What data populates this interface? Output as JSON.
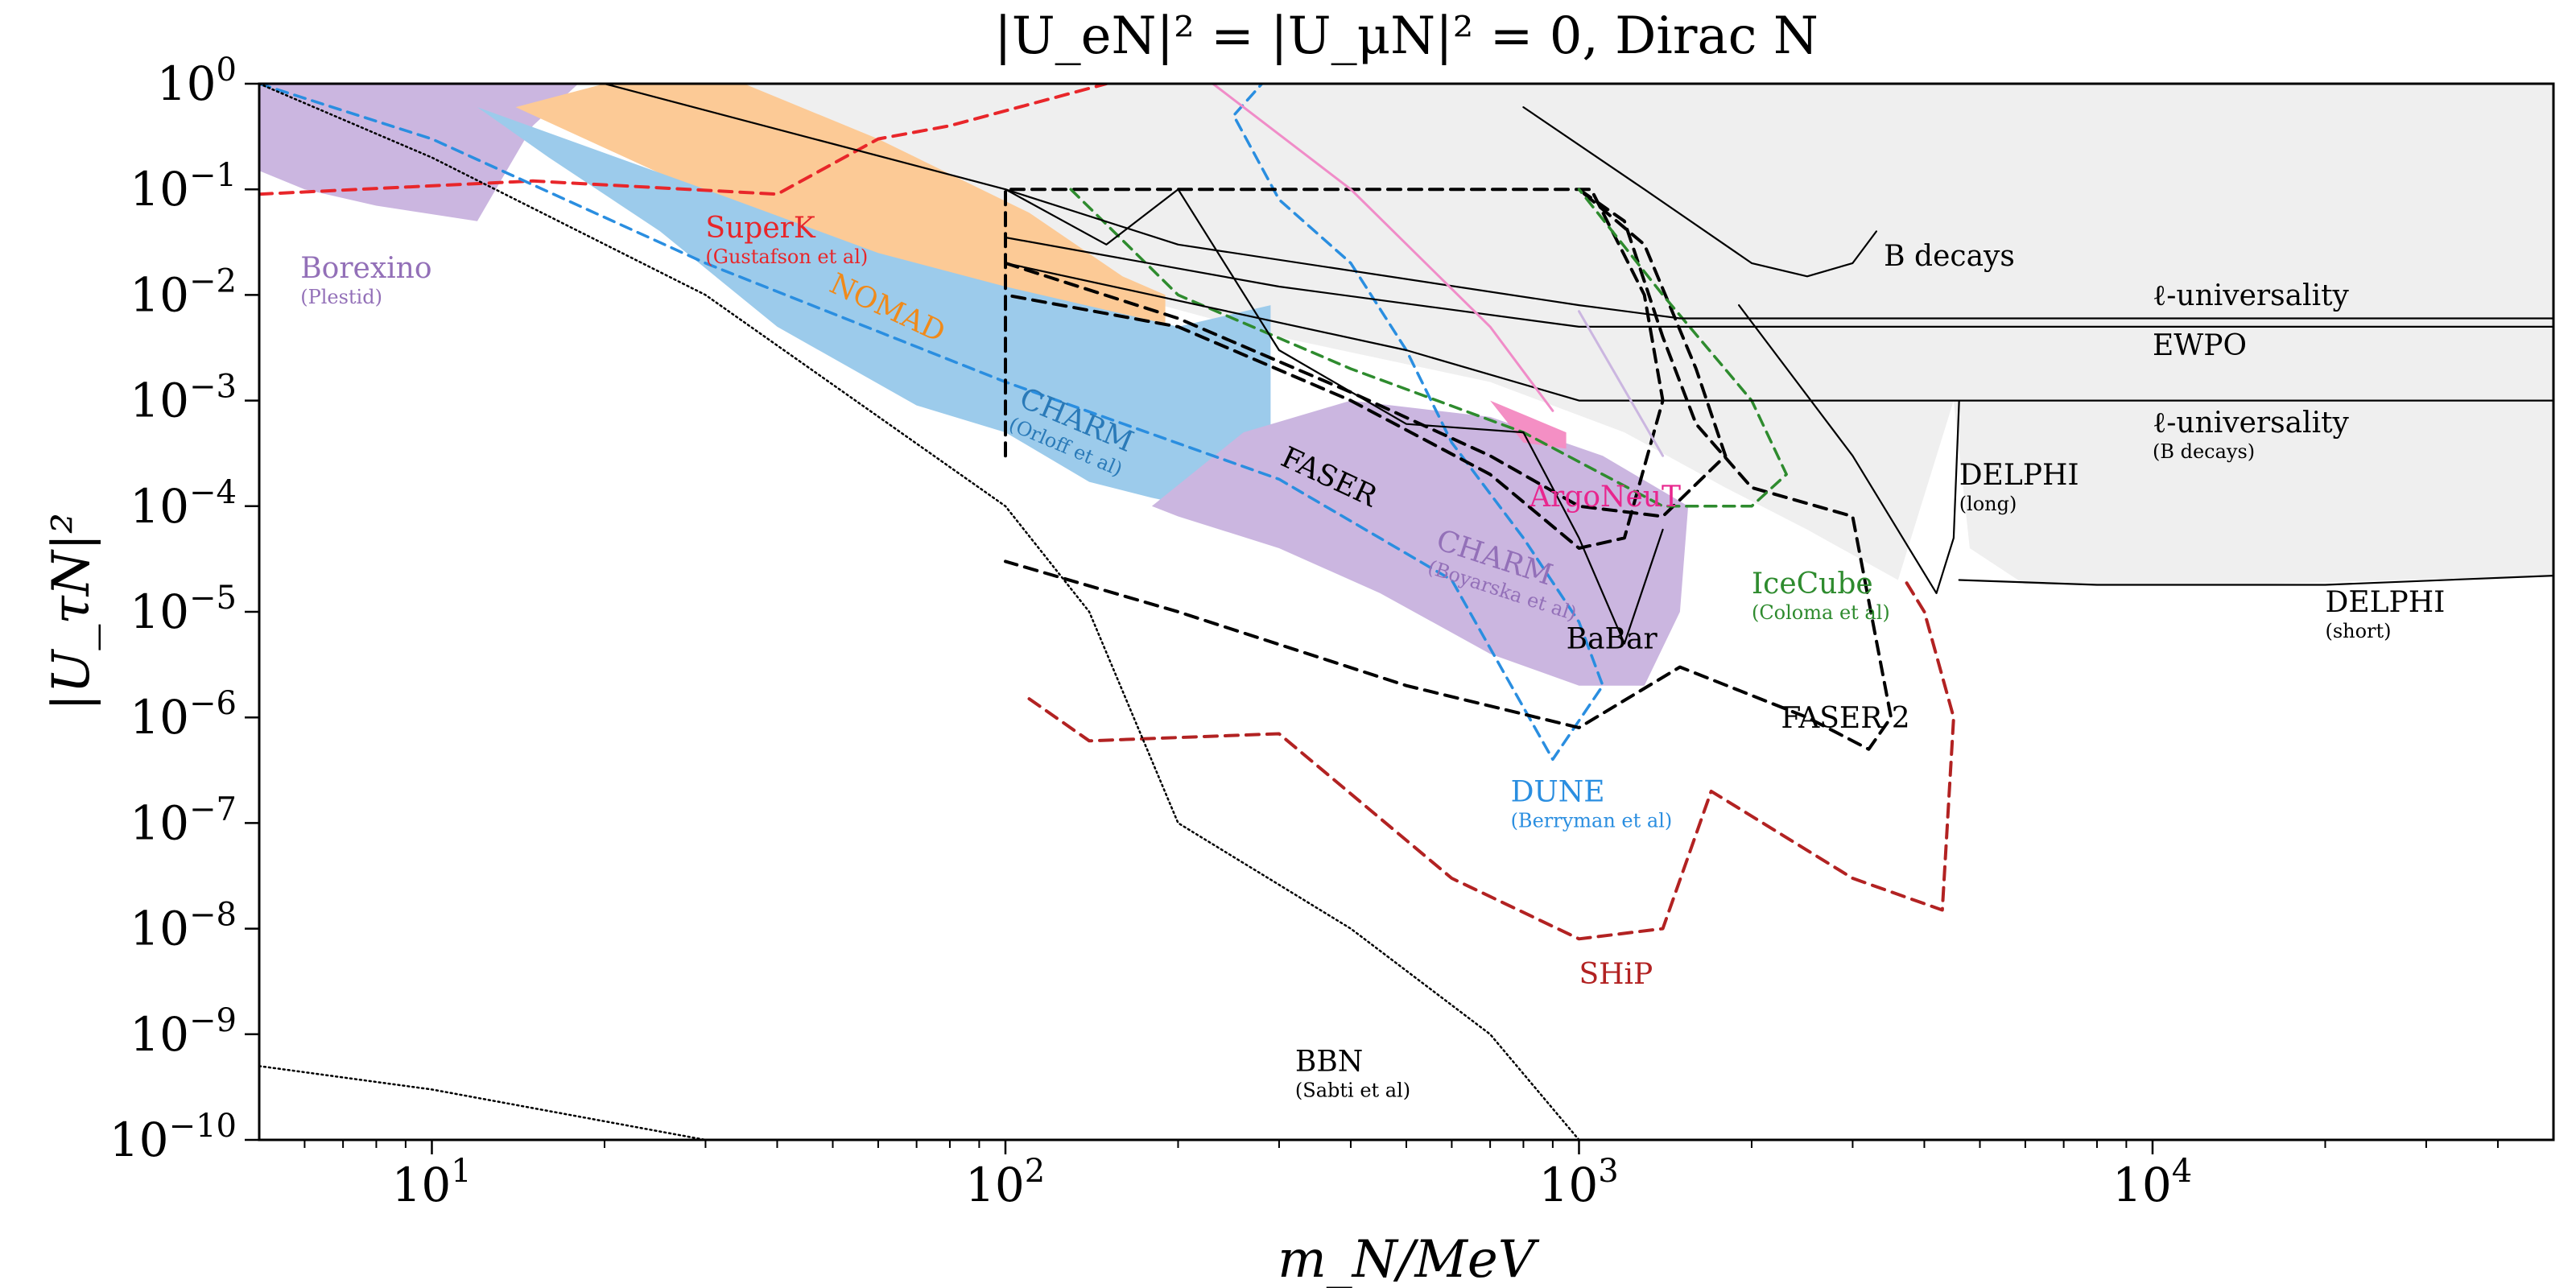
{
  "chart_data": {
    "type": "line",
    "title": "|U_eN|² = |U_μN|² = 0, Dirac N",
    "xlabel": "m_N/MeV",
    "ylabel": "|U_τN|²",
    "x_scale": "log",
    "y_scale": "log",
    "xlim": [
      5,
      50000
    ],
    "ylim": [
      1e-10,
      1
    ],
    "x_ticks": [
      {
        "value": 10,
        "base": "10",
        "exp": "1"
      },
      {
        "value": 100,
        "base": "10",
        "exp": "2"
      },
      {
        "value": 1000,
        "base": "10",
        "exp": "3"
      },
      {
        "value": 10000,
        "base": "10",
        "exp": "4"
      }
    ],
    "y_ticks": [
      {
        "value": 1,
        "base": "10",
        "exp": "0"
      },
      {
        "value": 0.1,
        "base": "10",
        "exp": "−1"
      },
      {
        "value": 0.01,
        "base": "10",
        "exp": "−2"
      },
      {
        "value": 0.001,
        "base": "10",
        "exp": "−3"
      },
      {
        "value": 0.0001,
        "base": "10",
        "exp": "−4"
      },
      {
        "value": 1e-05,
        "base": "10",
        "exp": "−5"
      },
      {
        "value": 1e-06,
        "base": "10",
        "exp": "−6"
      },
      {
        "value": 1e-07,
        "base": "10",
        "exp": "−7"
      },
      {
        "value": 1e-08,
        "base": "10",
        "exp": "−8"
      },
      {
        "value": 1e-09,
        "base": "10",
        "exp": "−9"
      },
      {
        "value": 1e-10,
        "base": "10",
        "exp": "−10"
      }
    ],
    "grid": false,
    "colors": {
      "excluded_region": "#efefef",
      "borexino": "#cbb6e0",
      "nomad": "#fcca96",
      "charm_orloff": "#9ccbeb",
      "argoneut": "#f48fc4",
      "superk": "#e8262a",
      "dune": "#2a8ee0",
      "icecube": "#2e8b2e",
      "ship": "#b22222",
      "faser": "#000000",
      "bbn": "#000000",
      "pink_line": "#f08cc8"
    },
    "series": [
      {
        "name": "excluded-region",
        "style": "fill",
        "points": [
          [
            22,
            1
          ],
          [
            50000,
            1
          ],
          [
            50000,
            0.001
          ],
          [
            50000,
            2.2e-05
          ],
          [
            14000,
            1.8e-05
          ],
          [
            6000,
            1.8e-05
          ],
          [
            4800,
            4e-05
          ],
          [
            4500,
            0.001
          ],
          [
            3600,
            2e-05
          ],
          [
            2500,
            6e-05
          ],
          [
            1800,
            0.00015
          ],
          [
            1200,
            0.0005
          ],
          [
            700,
            0.0015
          ],
          [
            300,
            0.004
          ],
          [
            100,
            0.02
          ],
          [
            50,
            0.06
          ],
          [
            22,
            1
          ]
        ]
      },
      {
        "name": "Borexino",
        "style": "fill",
        "points": [
          [
            5,
            1
          ],
          [
            18,
            1
          ],
          [
            15,
            0.4
          ],
          [
            12,
            0.05
          ],
          [
            8,
            0.07
          ],
          [
            6,
            0.1
          ],
          [
            5,
            0.15
          ]
        ]
      },
      {
        "name": "NOMAD",
        "style": "fill",
        "points": [
          [
            20,
            1
          ],
          [
            35,
            1
          ],
          [
            60,
            0.3
          ],
          [
            110,
            0.06
          ],
          [
            160,
            0.015
          ],
          [
            190,
            0.01
          ],
          [
            190,
            0.005
          ],
          [
            140,
            0.003
          ],
          [
            100,
            0.004
          ],
          [
            60,
            0.013
          ],
          [
            30,
            0.09
          ],
          [
            14,
            0.6
          ],
          [
            20,
            1
          ]
        ]
      },
      {
        "name": "CHARM (Orloff et al)",
        "style": "fill",
        "points": [
          [
            12,
            0.6
          ],
          [
            30,
            0.1
          ],
          [
            60,
            0.025
          ],
          [
            100,
            0.012
          ],
          [
            200,
            0.005
          ],
          [
            290,
            0.008
          ],
          [
            290,
            7e-05
          ],
          [
            180,
            0.00012
          ],
          [
            140,
            0.00017
          ],
          [
            100,
            0.0005
          ],
          [
            70,
            0.0009
          ],
          [
            40,
            0.005
          ],
          [
            25,
            0.04
          ],
          [
            16,
            0.2
          ],
          [
            12,
            0.6
          ]
        ]
      },
      {
        "name": "CHARM (Boyarska et al)",
        "style": "fill",
        "points": [
          [
            130,
            0.0002
          ],
          [
            180,
            0.0001
          ],
          [
            260,
            0.0005
          ],
          [
            400,
            0.001
          ],
          [
            700,
            0.0007
          ],
          [
            1100,
            0.0003
          ],
          [
            1550,
            0.0001
          ],
          [
            1500,
            1e-05
          ],
          [
            1300,
            2e-06
          ],
          [
            1000,
            2e-06
          ],
          [
            700,
            4e-06
          ],
          [
            450,
            1.5e-05
          ],
          [
            300,
            4e-05
          ],
          [
            200,
            8e-05
          ],
          [
            130,
            0.0002
          ]
        ]
      },
      {
        "name": "ArgoNeuT",
        "style": "fill",
        "points": [
          [
            700,
            0.001
          ],
          [
            950,
            0.0005
          ],
          [
            950,
            0.00035
          ],
          [
            800,
            0.0004
          ],
          [
            700,
            0.001
          ]
        ]
      },
      {
        "name": "SuperK (Gustafson et al)",
        "style": "dashed",
        "points": [
          [
            5,
            0.09
          ],
          [
            15,
            0.12
          ],
          [
            40,
            0.09
          ],
          [
            60,
            0.3
          ],
          [
            80,
            0.4
          ],
          [
            150,
            1
          ]
        ]
      },
      {
        "name": "DUNE (Berryman et al)",
        "style": "dashed",
        "points": [
          [
            5,
            1
          ],
          [
            10,
            0.3
          ],
          [
            30,
            0.02
          ],
          [
            100,
            0.0015
          ],
          [
            300,
            0.00018
          ],
          [
            600,
            2e-05
          ],
          [
            900,
            4e-07
          ],
          [
            1100,
            2e-06
          ],
          [
            1000,
            8e-06
          ],
          [
            800,
            5e-05
          ],
          [
            600,
            0.0004
          ],
          [
            500,
            0.003
          ],
          [
            400,
            0.02
          ],
          [
            300,
            0.08
          ],
          [
            250,
            0.5
          ],
          [
            280,
            1
          ]
        ]
      },
      {
        "name": "FASER",
        "style": "dashed",
        "points": [
          [
            100,
            0.0003
          ],
          [
            100,
            0.1
          ],
          [
            1050,
            0.1
          ],
          [
            1300,
            0.01
          ],
          [
            1400,
            0.001
          ],
          [
            1200,
            5e-05
          ],
          [
            1000,
            4e-05
          ],
          [
            700,
            0.0002
          ],
          [
            400,
            0.001
          ],
          [
            200,
            0.005
          ],
          [
            100,
            0.01
          ]
        ]
      },
      {
        "name": "FASER 2",
        "style": "dashed",
        "points": [
          [
            100,
            0.02
          ],
          [
            200,
            0.006
          ],
          [
            400,
            0.0012
          ],
          [
            700,
            0.0003
          ],
          [
            1000,
            0.0001
          ],
          [
            1400,
            8e-05
          ],
          [
            1800,
            0.0003
          ],
          [
            1600,
            0.002
          ],
          [
            1300,
            0.03
          ],
          [
            1000,
            0.1
          ],
          [
            1200,
            0.05
          ],
          [
            1400,
            0.004
          ],
          [
            1600,
            0.0006
          ],
          [
            2000,
            0.00015
          ],
          [
            3000,
            8e-05
          ],
          [
            3500,
            1e-06
          ],
          [
            3200,
            5e-07
          ],
          [
            2500,
            1e-06
          ],
          [
            1500,
            3e-06
          ],
          [
            1000,
            8e-07
          ],
          [
            500,
            2e-06
          ],
          [
            200,
            1e-05
          ],
          [
            100,
            3e-05
          ]
        ]
      },
      {
        "name": "IceCube (Coloma et al)",
        "style": "dashed",
        "points": [
          [
            130,
            0.1
          ],
          [
            200,
            0.01
          ],
          [
            400,
            0.002
          ],
          [
            800,
            0.0005
          ],
          [
            1400,
            0.0001
          ],
          [
            2000,
            0.0001
          ],
          [
            2300,
            0.0002
          ],
          [
            2000,
            0.001
          ],
          [
            1400,
            0.01
          ],
          [
            1000,
            0.1
          ]
        ]
      },
      {
        "name": "SHiP",
        "style": "dashed",
        "points": [
          [
            110,
            1.5e-06
          ],
          [
            140,
            6e-07
          ],
          [
            300,
            7e-07
          ],
          [
            600,
            3e-08
          ],
          [
            1000,
            8e-09
          ],
          [
            1400,
            1e-08
          ],
          [
            1700,
            2e-07
          ],
          [
            3000,
            3e-08
          ],
          [
            4300,
            1.5e-08
          ],
          [
            4500,
            1e-06
          ],
          [
            4000,
            1e-05
          ],
          [
            3700,
            2e-05
          ]
        ]
      },
      {
        "name": "BBN (Sabti et al)",
        "style": "dotted",
        "points": [
          [
            5,
            1
          ],
          [
            10,
            0.2
          ],
          [
            30,
            0.01
          ],
          [
            100,
            0.0001
          ],
          [
            140,
            1e-05
          ],
          [
            200,
            1e-07
          ],
          [
            400,
            1e-08
          ],
          [
            700,
            1e-09
          ],
          [
            1000,
            1e-10
          ]
        ]
      },
      {
        "name": "BBN-lower",
        "style": "dotted",
        "points": [
          [
            5,
            5e-10
          ],
          [
            10,
            3e-10
          ],
          [
            30,
            1e-10
          ]
        ]
      },
      {
        "name": "B decays",
        "style": "solid",
        "points": [
          [
            800,
            0.6
          ],
          [
            1300,
            0.1
          ],
          [
            2000,
            0.02
          ],
          [
            2500,
            0.015
          ],
          [
            3000,
            0.02
          ],
          [
            3300,
            0.04
          ]
        ]
      },
      {
        "name": "ℓ-universality",
        "style": "solid",
        "points": [
          [
            20,
            1
          ],
          [
            100,
            0.1
          ],
          [
            200,
            0.03
          ],
          [
            1000,
            0.008
          ],
          [
            1500,
            0.006
          ],
          [
            50000,
            0.006
          ]
        ]
      },
      {
        "name": "EWPO",
        "style": "solid",
        "points": [
          [
            100,
            0.035
          ],
          [
            300,
            0.012
          ],
          [
            1000,
            0.005
          ],
          [
            50000,
            0.005
          ]
        ]
      },
      {
        "name": "ℓ-universality (B decays)",
        "style": "solid",
        "points": [
          [
            100,
            0.02
          ],
          [
            500,
            0.003
          ],
          [
            1000,
            0.001
          ],
          [
            50000,
            0.001
          ]
        ]
      },
      {
        "name": "DELPHI (long)",
        "style": "solid",
        "points": [
          [
            1900,
            0.008
          ],
          [
            3000,
            0.0003
          ],
          [
            4200,
            1.5e-05
          ],
          [
            4500,
            5e-05
          ],
          [
            4600,
            0.001
          ]
        ]
      },
      {
        "name": "DELPHI (short)",
        "style": "solid",
        "points": [
          [
            4600,
            2e-05
          ],
          [
            8000,
            1.8e-05
          ],
          [
            20000,
            1.8e-05
          ],
          [
            50000,
            2.2e-05
          ]
        ]
      },
      {
        "name": "BaBar",
        "style": "solid",
        "points": [
          [
            100,
            0.1
          ],
          [
            150,
            0.03
          ],
          [
            200,
            0.1
          ],
          [
            300,
            0.003
          ],
          [
            500,
            0.0006
          ],
          [
            800,
            0.0005
          ],
          [
            1000,
            5e-05
          ],
          [
            1200,
            5e-06
          ],
          [
            1400,
            6e-05
          ]
        ]
      },
      {
        "name": "pink-line",
        "style": "solid",
        "points": [
          [
            230,
            1
          ],
          [
            400,
            0.1
          ],
          [
            700,
            0.005
          ],
          [
            900,
            0.0008
          ]
        ]
      },
      {
        "name": "lavender-line",
        "style": "solid",
        "points": [
          [
            1000,
            0.007
          ],
          [
            1400,
            0.0003
          ]
        ]
      }
    ],
    "annotations": [
      {
        "key": "borexino",
        "text": "Borexino",
        "sub": "(Plestid)",
        "x": 5.9,
        "y": 0.0145,
        "color": "#9370b8"
      },
      {
        "key": "superk",
        "text": "SuperK",
        "sub": "(Gustafson et al)",
        "x": 30,
        "y": 0.035,
        "color": "#e8262a"
      },
      {
        "key": "nomad",
        "text": "NOMAD",
        "sub": "",
        "x": 49,
        "y": 0.011,
        "color": "#f08a1a",
        "rotate": 25
      },
      {
        "key": "charm_orloff",
        "text": "CHARM",
        "sub": "(Orloff et al)",
        "x": 105,
        "y": 0.0009,
        "color": "#2a7ab8",
        "rotate": 23
      },
      {
        "key": "faser",
        "text": "FASER",
        "sub": "",
        "x": 300,
        "y": 0.00025,
        "color": "#000000",
        "rotate": 25
      },
      {
        "key": "argoneut",
        "text": "ArgoNeuT",
        "sub": "",
        "x": 820,
        "y": 0.0001,
        "color": "#e8268e"
      },
      {
        "key": "charm_boyarska",
        "text": "CHARM",
        "sub": "(Boyarska et al)",
        "x": 560,
        "y": 4e-05,
        "color": "#9370b8",
        "rotate": 18
      },
      {
        "key": "babar",
        "text": "BaBar",
        "sub": "",
        "x": 950,
        "y": 4.5e-06,
        "color": "#000000"
      },
      {
        "key": "dune",
        "text": "DUNE",
        "sub": "(Berryman et al)",
        "x": 760,
        "y": 1.6e-07,
        "color": "#2a8ee0"
      },
      {
        "key": "icecube",
        "text": "IceCube",
        "sub": "(Coloma et al)",
        "x": 2000,
        "y": 1.5e-05,
        "color": "#2e8b2e"
      },
      {
        "key": "faser2",
        "text": "FASER 2",
        "sub": "",
        "x": 2250,
        "y": 8e-07,
        "color": "#000000"
      },
      {
        "key": "ship",
        "text": "SHiP",
        "sub": "",
        "x": 1000,
        "y": 3e-09,
        "color": "#b22222"
      },
      {
        "key": "bbn",
        "text": "BBN",
        "sub": "(Sabti et al)",
        "x": 320,
        "y": 4.5e-10,
        "color": "#000000"
      },
      {
        "key": "bdecays",
        "text": "B decays",
        "sub": "",
        "x": 3400,
        "y": 0.019,
        "color": "#000000"
      },
      {
        "key": "lu1",
        "text": "ℓ-universality",
        "sub": "",
        "x": 10000,
        "y": 0.008,
        "color": "#000000"
      },
      {
        "key": "ewpo",
        "text": "EWPO",
        "sub": "",
        "x": 10000,
        "y": 0.0027,
        "color": "#000000"
      },
      {
        "key": "lu2",
        "text": "ℓ-universality",
        "sub": "(B decays)",
        "x": 10000,
        "y": 0.0005,
        "color": "#000000"
      },
      {
        "key": "delphi_long",
        "text": "DELPHI",
        "sub": "(long)",
        "x": 4600,
        "y": 0.00016,
        "color": "#000000"
      },
      {
        "key": "delphi_short",
        "text": "DELPHI",
        "sub": "(short)",
        "x": 20000,
        "y": 1e-05,
        "color": "#000000"
      }
    ]
  }
}
